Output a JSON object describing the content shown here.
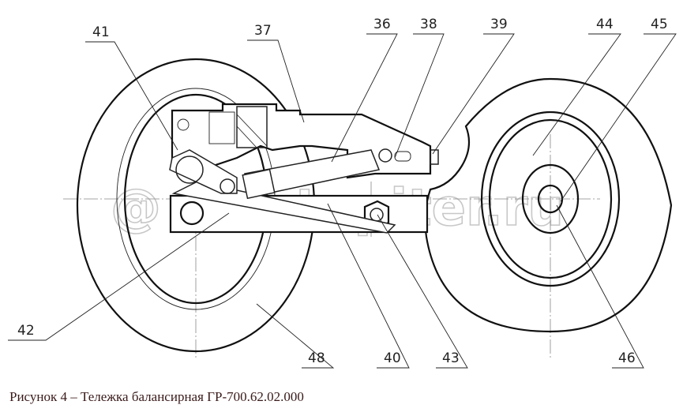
{
  "figure": {
    "caption": "Рисунок 4 – Тележка балансирная ГР-700.62.02.000",
    "watermark": "autopiter.ru",
    "watermark_symbol": "@"
  },
  "callouts": [
    {
      "id": "41",
      "label": "41"
    },
    {
      "id": "37",
      "label": "37"
    },
    {
      "id": "36",
      "label": "36"
    },
    {
      "id": "38",
      "label": "38"
    },
    {
      "id": "39",
      "label": "39"
    },
    {
      "id": "44",
      "label": "44"
    },
    {
      "id": "45",
      "label": "45"
    },
    {
      "id": "42",
      "label": "42"
    },
    {
      "id": "48",
      "label": "48"
    },
    {
      "id": "40",
      "label": "40"
    },
    {
      "id": "43",
      "label": "43"
    },
    {
      "id": "46",
      "label": "46"
    }
  ]
}
